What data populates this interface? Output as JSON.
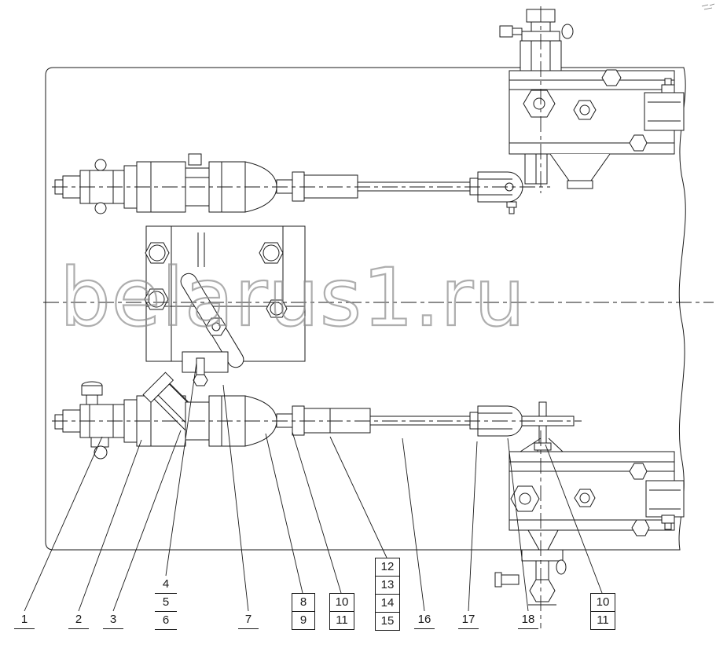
{
  "watermark": "belarus1.ru",
  "colors": {
    "line": "#1a1a1a",
    "watermark_outline": "#8f8f8f",
    "background": "#ffffff"
  },
  "callouts": {
    "labels": [
      "1",
      "2",
      "3",
      "4",
      "5",
      "6",
      "7",
      "8",
      "9",
      "10",
      "11",
      "12",
      "13",
      "14",
      "15",
      "16",
      "17",
      "18",
      "10",
      "11"
    ]
  }
}
